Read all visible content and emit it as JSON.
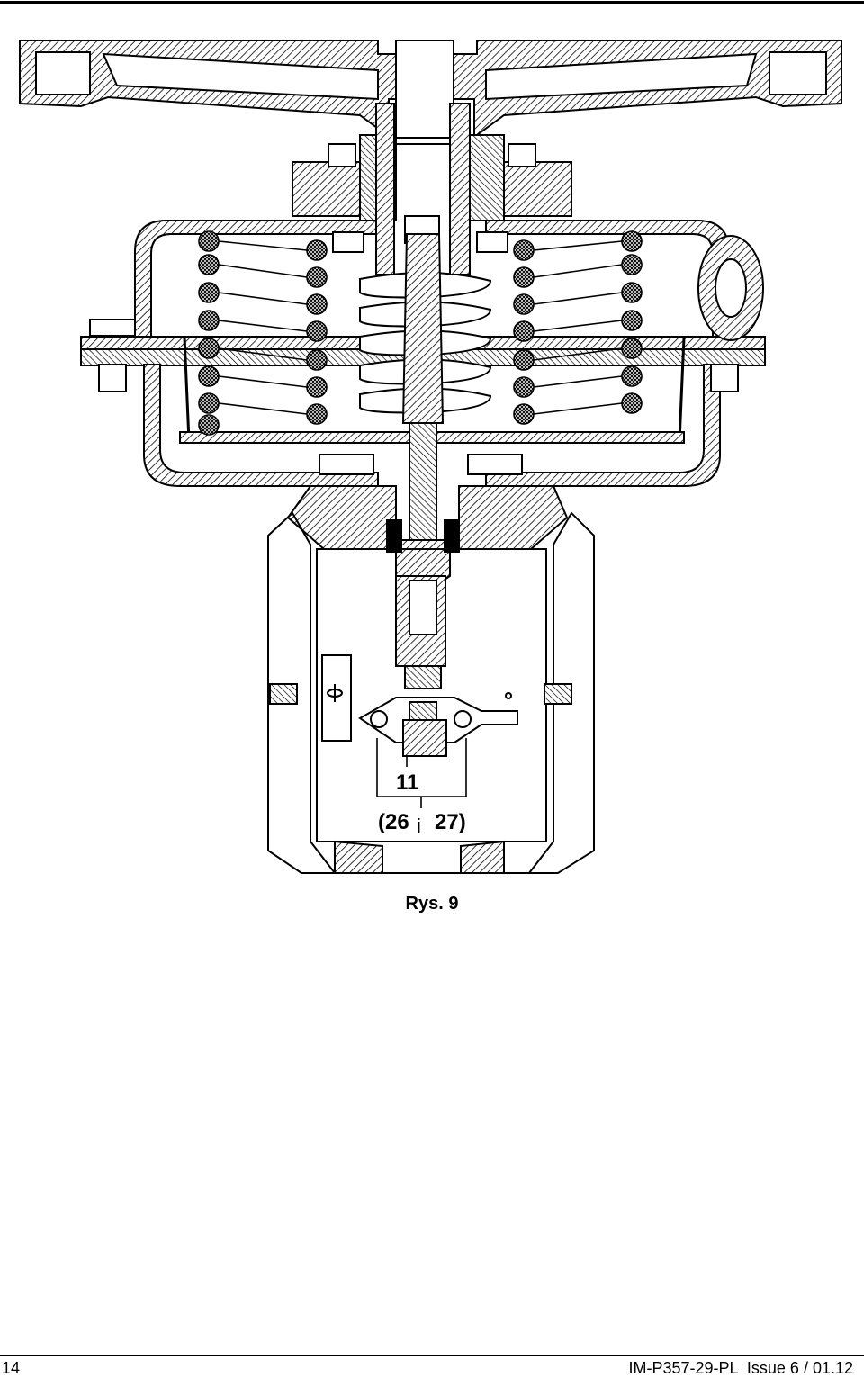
{
  "figure": {
    "callout_main": "11",
    "callout_sub_open": "(26",
    "callout_sub_mid": "i",
    "callout_sub_close": "27)",
    "caption": "Rys. 9"
  },
  "footer": {
    "page_number": "14",
    "document_ref": "IM-P357-29-PL",
    "issue": "Issue 6 / 01.12"
  }
}
